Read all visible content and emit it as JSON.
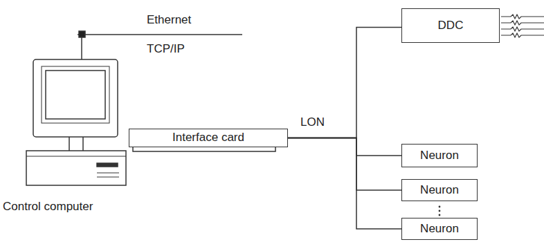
{
  "diagram": {
    "nodes": [
      {
        "text": [
          "Interface card"
        ]
      },
      {
        "text": [
          "DDC"
        ]
      },
      {
        "text": [
          "Neuron"
        ]
      },
      {
        "text": [
          "Neuron"
        ]
      },
      {
        "text": [
          "Neuron"
        ]
      }
    ],
    "edges": [
      {
        "from": 0,
        "to": 1,
        "arrow": "none"
      },
      {
        "from": 0,
        "to": 2,
        "arrow": "none"
      },
      {
        "from": 0,
        "to": 3,
        "arrow": "none"
      },
      {
        "from": 0,
        "to": 4,
        "arrow": "none"
      }
    ],
    "labels": [
      "Ethernet",
      "TCP/IP",
      "LON",
      "Control computer"
    ]
  }
}
